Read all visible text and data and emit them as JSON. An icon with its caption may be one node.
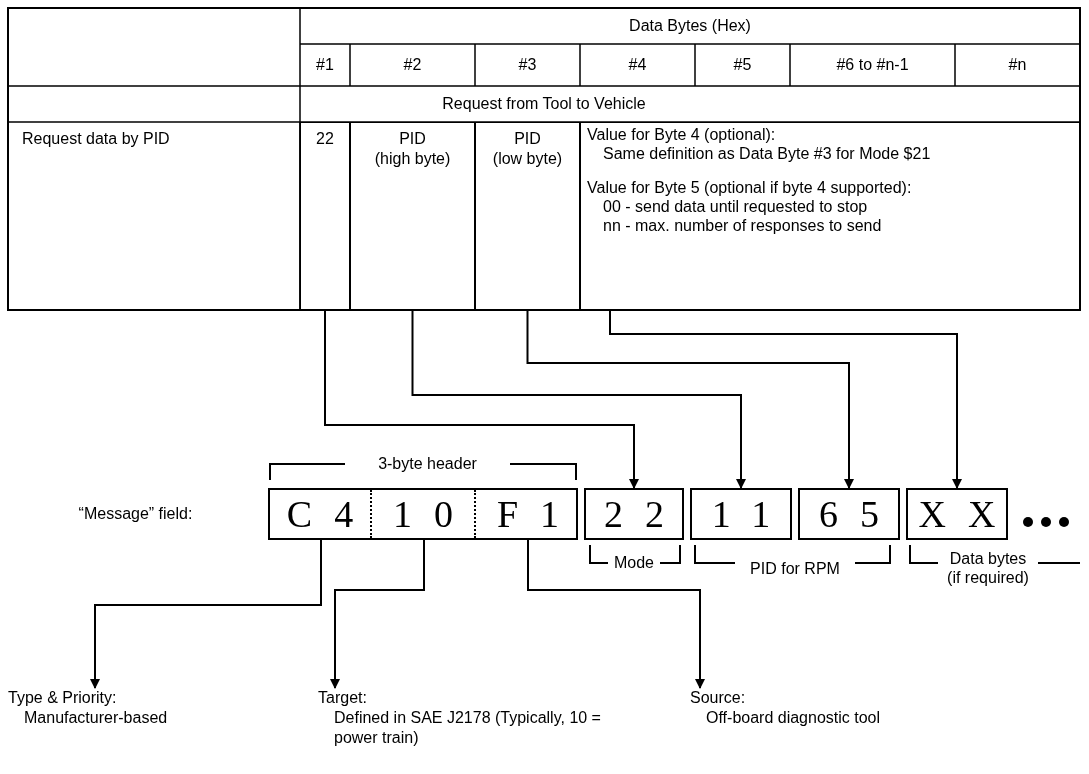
{
  "diagram": {
    "nodes": [
      {
        "text": [
          "22"
        ]
      },
      {
        "text": [
          "PID (high byte)"
        ]
      },
      {
        "text": [
          "PID (low byte)"
        ]
      },
      {
        "text": [
          "Value for Byte 4 (optional):",
          "Same definition as Data Byte #3 for Mode $21",
          "Value for Byte 5 (optional if byte 4 supported):",
          "00 - send data until requested to stop",
          "nn - max. number of responses to send"
        ]
      },
      {
        "text": [],
        "shape": "box"
      },
      {
        "text": [
          "C4"
        ],
        "in": 4
      },
      {
        "text": [
          "10"
        ],
        "in": 4
      },
      {
        "text": [
          "F1"
        ],
        "in": 4
      },
      {
        "text": [
          "22"
        ]
      },
      {
        "text": [
          "11"
        ]
      },
      {
        "text": [
          "65"
        ]
      },
      {
        "text": [
          "XX"
        ]
      },
      {
        "text": [
          "Type & Priority:",
          "Manufacturer-based"
        ]
      },
      {
        "text": [
          "Target:",
          "Defined in SAE J2178 (Typically, 10 = power train)"
        ]
      },
      {
        "text": [
          "Source:",
          "Off-board diagnostic tool"
        ]
      }
    ],
    "edges": [
      {
        "from": 0,
        "to": 8,
        "arrow": "to"
      },
      {
        "from": 1,
        "to": 9,
        "arrow": "to"
      },
      {
        "from": 2,
        "to": 10,
        "arrow": "to"
      },
      {
        "from": 3,
        "to": 11,
        "arrow": "to"
      },
      {
        "from": 5,
        "to": 12,
        "arrow": "to"
      },
      {
        "from": 6,
        "to": 13,
        "arrow": "to"
      },
      {
        "from": 7,
        "to": 14,
        "arrow": "to"
      }
    ],
    "labels": [
      "Data Bytes (Hex)",
      "#1",
      "#2",
      "#3",
      "#4",
      "#5",
      "#6 to #n-1",
      "#n",
      "Request from Tool to Vehicle",
      "Request data by PID",
      "3-byte header",
      "“Message” field:",
      "Mode",
      "PID for RPM",
      "Data bytes (if required)"
    ]
  }
}
